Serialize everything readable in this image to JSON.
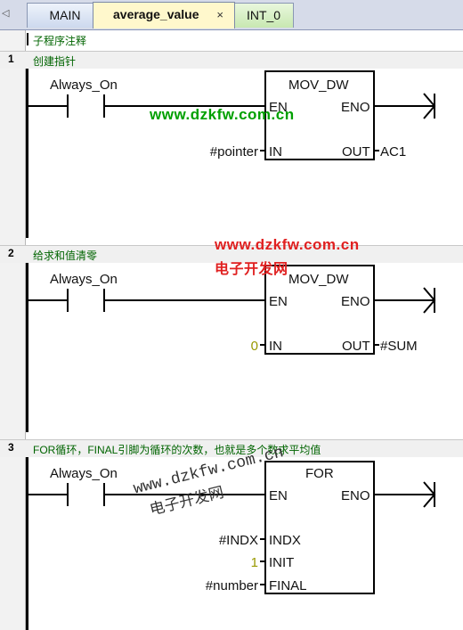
{
  "tabs": {
    "scroll_icon": "◁",
    "main": "MAIN",
    "average_value": "average_value",
    "close": "×",
    "int0": "INT_0"
  },
  "header_comment": "子程序注释",
  "networks": [
    {
      "number": "1",
      "comment": "创建指针",
      "contact": "Always_On",
      "box_title": "MOV_DW",
      "en": "EN",
      "eno": "ENO",
      "in_label": "IN",
      "in_value": "#pointer",
      "out_label": "OUT",
      "out_value": "AC1"
    },
    {
      "number": "2",
      "comment": "给求和值清零",
      "contact": "Always_On",
      "box_title": "MOV_DW",
      "en": "EN",
      "eno": "ENO",
      "in_label": "IN",
      "in_value": "0",
      "out_label": "OUT",
      "out_value": "#SUM"
    },
    {
      "number": "3",
      "comment": "FOR循环，FINAL引脚为循环的次数，也就是多个数求平均值",
      "contact": "Always_On",
      "box_title": "FOR",
      "en": "EN",
      "eno": "ENO",
      "indx_label": "INDX",
      "indx_value": "#INDX",
      "init_label": "INIT",
      "init_value": "1",
      "final_label": "FINAL",
      "final_value": "#number"
    }
  ],
  "watermarks": {
    "url": "www.dzkfw.com.cn",
    "cn": "电子开发网"
  },
  "colors": {
    "comment": "#006400",
    "watermark_green": "#00a000",
    "watermark_red": "#e02020",
    "constant_value": "#999900",
    "active_tab": "#fff8cc"
  }
}
